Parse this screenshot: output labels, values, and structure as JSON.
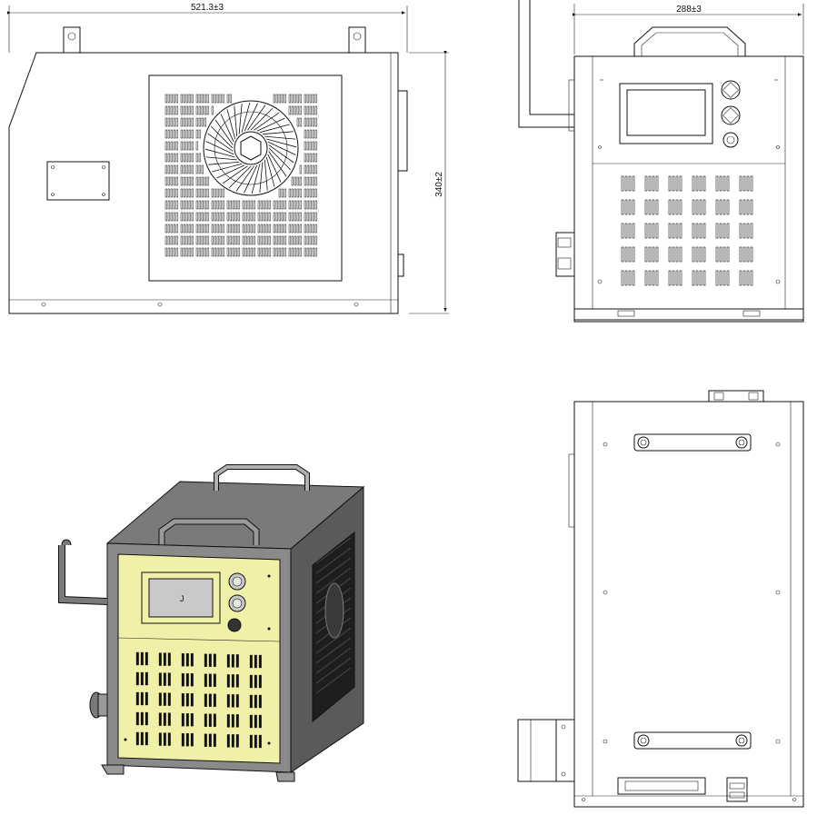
{
  "dimensions": {
    "side_width": "521.3±3",
    "front_width": "288±3",
    "height": "340±2"
  },
  "display_glyph": "J",
  "colors": {
    "line": "#111111",
    "panel_yellow": "#f1f0a8",
    "body_dark": "#5a5a5a",
    "body_mid": "#8a8a8a",
    "body_light": "#b5b5b5"
  }
}
